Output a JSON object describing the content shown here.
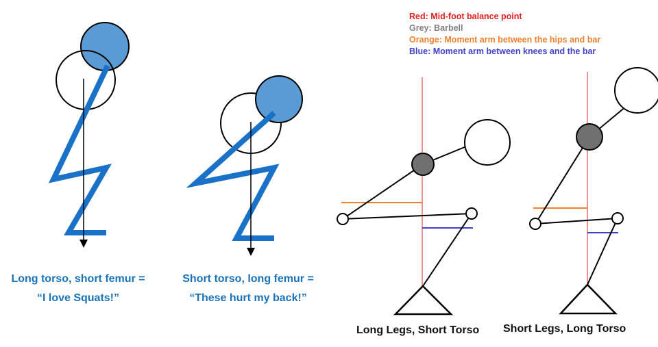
{
  "legend": {
    "red": {
      "text": "Red: Mid-foot balance point",
      "color": "#e02020"
    },
    "grey": {
      "text": "Grey: Barbell",
      "color": "#808080"
    },
    "orange": {
      "text": "Orange: Moment arm between the hips and bar",
      "color": "#f08030"
    },
    "blue": {
      "text": "Blue: Moment arm between knees and the bar",
      "color": "#4040c8"
    }
  },
  "figures": [
    {
      "line1": "Long torso, short femur =",
      "line2": "“I love Squats!”"
    },
    {
      "line1": "Short torso, long femur =",
      "line2": "“These hurt my back!”"
    },
    {
      "caption": "Long Legs, Short Torso"
    },
    {
      "caption": "Short Legs, Long Torso"
    }
  ],
  "colors": {
    "figure_blue": "#1a72c8",
    "head_fill": "#5b9bd5",
    "barbell": "#707070"
  }
}
